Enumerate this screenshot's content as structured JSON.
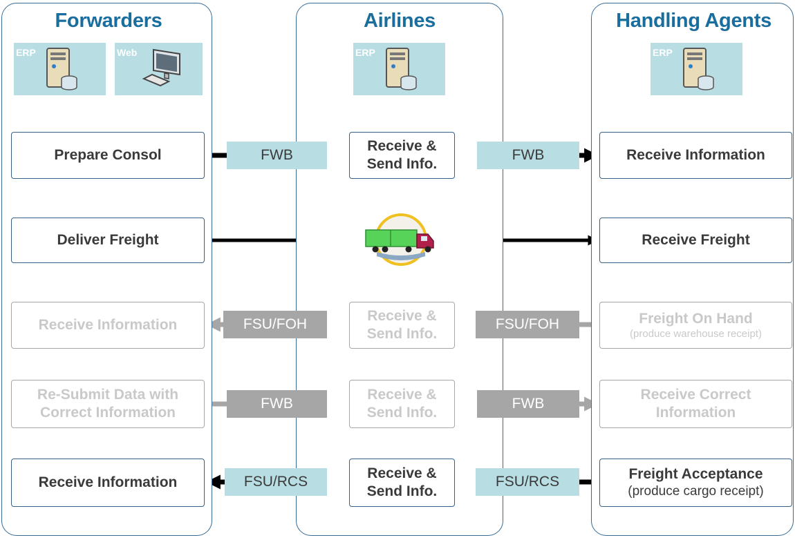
{
  "lanes": {
    "forwarders": {
      "title": "Forwarders",
      "systems": [
        "ERP",
        "Web"
      ]
    },
    "airlines": {
      "title": "Airlines",
      "systems": [
        "ERP"
      ]
    },
    "handling": {
      "title": "Handling Agents",
      "systems": [
        "ERP"
      ]
    }
  },
  "rows": {
    "r1": {
      "forwarder": "Prepare Consol",
      "airline": [
        "Receive &",
        "Send Info."
      ],
      "handler": "Receive Information",
      "msg_left": "FWB",
      "msg_right": "FWB",
      "direction": "right",
      "faded": false
    },
    "r2": {
      "forwarder": "Deliver Freight",
      "handler": "Receive Freight",
      "transport_icon": "truck-icon",
      "direction": "right",
      "faded": false
    },
    "r3": {
      "forwarder": "Receive Information",
      "airline": [
        "Receive &",
        "Send Info."
      ],
      "handler": [
        "Freight On Hand",
        "(produce warehouse receipt)"
      ],
      "msg_left": "FSU/FOH",
      "msg_right": "FSU/FOH",
      "direction": "left",
      "faded": true
    },
    "r4": {
      "forwarder": [
        "Re-Submit Data with",
        "Correct Information"
      ],
      "airline": [
        "Receive &",
        "Send Info."
      ],
      "handler": [
        "Receive Correct",
        "Information"
      ],
      "msg_left": "FWB",
      "msg_right": "FWB",
      "direction": "right",
      "faded": true
    },
    "r5": {
      "forwarder": "Receive Information",
      "airline": [
        "Receive &",
        "Send Info."
      ],
      "handler": [
        "Freight Acceptance",
        "(produce cargo receipt)"
      ],
      "msg_left": "FSU/RCS",
      "msg_right": "FSU/RCS",
      "direction": "left",
      "faded": false
    }
  },
  "colors": {
    "lane_border": "#356a95",
    "title": "#1a6e9e",
    "message_active": "#b8dde3",
    "message_faded": "#a6a6a6",
    "arrow_active": "#000000",
    "arrow_faded": "#a6a6a6"
  }
}
